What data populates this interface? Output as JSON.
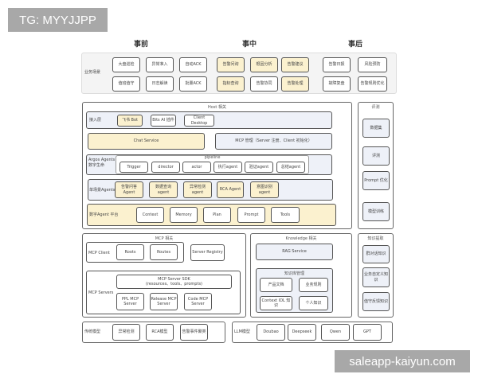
{
  "watermarks": {
    "top_left": "TG: MYYJJPP",
    "bottom_right": "saleapp-kaiyun.com"
  },
  "phases": [
    "事前",
    "事中",
    "事后"
  ],
  "business_scenarios": {
    "label": "业务场景",
    "before": [
      "大盘巡检",
      "异常准入",
      "自动ACK",
      "值班值守",
      "日志解读",
      "批量ACK"
    ],
    "during": [
      "告警问询",
      "根因分析",
      "告警建议",
      "指标查询",
      "告警协同",
      "告警处理"
    ],
    "after": [
      "告警日报",
      "风险预防",
      "故障复盘",
      "告警规则优化"
    ]
  },
  "host": {
    "title": "Host 相关",
    "access_layer": {
      "label": "接入层",
      "items": [
        "飞书 Bot",
        "Bits AI 插件",
        "Client Desktop"
      ]
    },
    "chat_service": "Chat Service",
    "mcp_manage": "MCP 管理（Server 注册、Client 初始化）",
    "argos": {
      "label_line1": "Argos Agents",
      "label_line2": "数字生命",
      "pipeline": "pipeline",
      "items": [
        "Trigger",
        "director",
        "actor",
        "执行agent",
        "验证agent",
        "总结agent"
      ]
    },
    "single_task": {
      "label": "单场景Agents",
      "items": [
        "告警问答Agent",
        "数据查询agent",
        "异常检测agent",
        "RCA Agent",
        "意图识别agent"
      ]
    },
    "platform": {
      "label": "数字Agent 平台",
      "items": [
        "Context",
        "Memory",
        "Plan",
        "Prompt",
        "Tools"
      ]
    }
  },
  "evaluation": {
    "title": "评测",
    "items": [
      "数据集",
      "评测",
      "Prompt 优化",
      "模型训练"
    ]
  },
  "mcp": {
    "title": "MCP 相关",
    "client": {
      "label": "MCP Client",
      "items": [
        "Roots",
        "Routes"
      ]
    },
    "server_registry": "Server Registry",
    "servers": {
      "label": "MCP Servers",
      "sdk_line1": "MCP Server SDK",
      "sdk_line2": "(resources、tools、prompts)",
      "items": [
        {
          "l1": "PPL MCP",
          "l2": "Server"
        },
        {
          "l1": "Release MCP",
          "l2": "Server"
        },
        {
          "l1": "Code MCP",
          "l2": "Server"
        }
      ]
    }
  },
  "knowledge": {
    "title": "Knowledge 相关",
    "rag": "RAG Service",
    "kb": {
      "title": "知识库管理",
      "items": [
        "产品文档",
        "业务规则",
        "Context IDL 知识",
        "个人知识"
      ]
    }
  },
  "knowledge_extract": {
    "title": "知识提取",
    "items": [
      "群对话知识",
      "业务自定义知识",
      "值守反馈知识"
    ]
  },
  "traditional_models": {
    "label": "传统模型",
    "items": [
      "异常检测",
      "RCA模型",
      "告警事件聚类"
    ]
  },
  "llm_models": {
    "label": "LLM模型",
    "items": [
      "Doubao",
      "Deepseek",
      "Qwen",
      "GPT"
    ]
  }
}
